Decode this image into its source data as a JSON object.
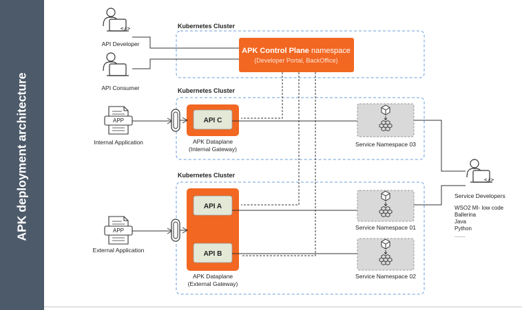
{
  "sidebar": {
    "title": "APK deployment architecture"
  },
  "clusters": [
    {
      "label": "Kubernetes Cluster"
    },
    {
      "label": "Kubernetes Cluster"
    },
    {
      "label": "Kubernetes Cluster"
    }
  ],
  "control_plane": {
    "title_bold": "APK Control Plane",
    "title_rest": " namespace",
    "subtitle": "(Developer Portal, BackOffice)"
  },
  "actors": {
    "api_developer": "API Developer",
    "api_consumer": "API Consumer",
    "internal_app": "Internal Application",
    "external_app": "External Application",
    "service_developers": "Service Developers"
  },
  "app_badge": "APP",
  "code_glyph": "</>",
  "apis": {
    "c": "API C",
    "a": "API A",
    "b": "API B"
  },
  "dataplanes": {
    "internal": {
      "line1": "APK Dataplane",
      "line2": "(Internal Gateway)"
    },
    "external": {
      "line1": "APK Dataplane",
      "line2": "(External Gateway)"
    }
  },
  "service_namespaces": {
    "ns03": "Service Namespace 03",
    "ns01": "Service Namespace 01",
    "ns02": "Service Namespace 02"
  },
  "service_dev_list": [
    "WSO2 MI- low code",
    "Ballerina",
    "Java",
    "Python",
    "........"
  ],
  "colors": {
    "orange": "#f26722",
    "cluster_border": "#6a9ed8",
    "sidebar": "#4d5a6a",
    "api_box": "#e3e8d7"
  }
}
